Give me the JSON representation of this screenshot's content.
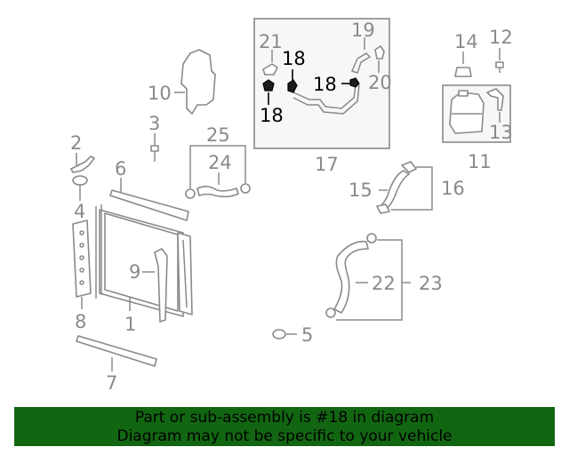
{
  "diagram": {
    "highlight_color": "#000000",
    "part_color": "#8a8a8a",
    "callouts": {
      "c1": "1",
      "c2": "2",
      "c3": "3",
      "c4": "4",
      "c5": "5",
      "c6": "6",
      "c7": "7",
      "c8": "8",
      "c9": "9",
      "c10": "10",
      "c11": "11",
      "c12": "12",
      "c13": "13",
      "c14": "14",
      "c15": "15",
      "c16": "16",
      "c17": "17",
      "c18a": "18",
      "c18b": "18",
      "c18c": "18",
      "c19": "19",
      "c20": "20",
      "c21": "21",
      "c22": "22",
      "c23": "23",
      "c24": "24",
      "c25": "25"
    }
  },
  "banner": {
    "line1": "Part or sub-assembly is #18 in diagram",
    "line2": "Diagram may not be specific to your vehicle",
    "background": "#126612"
  }
}
